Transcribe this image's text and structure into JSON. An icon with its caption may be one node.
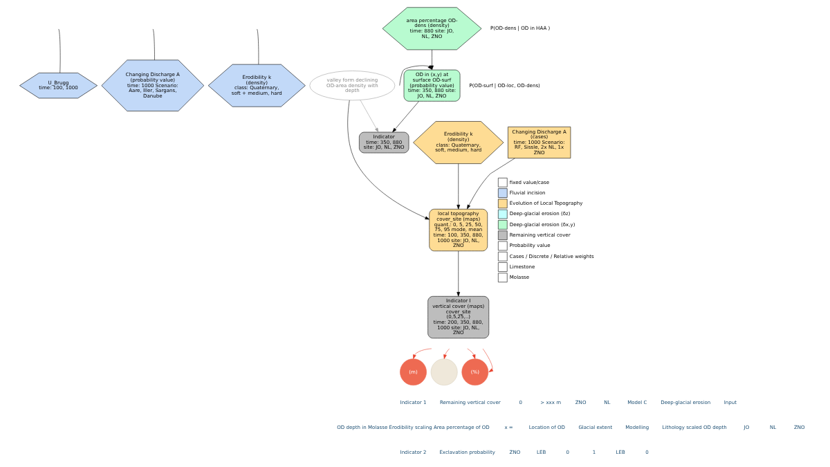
{
  "diagram": {
    "nodes": [
      {
        "text": [
          "U_Brugg",
          "time: 100, 1000"
        ]
      },
      {
        "text": [
          "Changing Discharge A (probability value)",
          "time: 1000 Scenario: Aare, Iller, Sargans, Danube"
        ]
      },
      {
        "text": [
          "Erodibility k (density)",
          "class: Quaternary, soft + medium, hard"
        ]
      },
      {
        "text": [
          "valley form declining OD-area density with depth"
        ]
      },
      {
        "text": [
          "Indicator",
          "time: 350, 880",
          "site: JO, NL, ZNO"
        ]
      },
      {
        "text": [
          "area percentage OD-dens (density)",
          "time: 880 site: JO, NL, ZNO"
        ],
        "beside": [
          "P(OD-dens | OD in HAA )"
        ]
      },
      {
        "text": [
          "local topography cover_site (maps)",
          "quant.: 0, 5, 25, 50, 75, 95 mode, mean",
          "time: 100, 350, 880, 1000 site: JO, NL, ZNO"
        ]
      },
      {
        "text": [
          "OD in (x,y) at surface OD-surf (probability value)",
          "time: 350, 880 site: JO, NL, ZNO"
        ],
        "beside": [
          "P(OD-surf | OD-loc, OD-dens)"
        ]
      },
      {
        "text": [
          "Erodibility k (density)",
          "class: Quaternary, soft, medium, hard"
        ]
      },
      {
        "text": [
          "Changing Discharge A (cases)",
          "time: 1000 Scenario: RF, Sissle, 2x NL, 1x ZNO"
        ]
      },
      {
        "text": [
          "Indicator I",
          "vertical cover (maps) cover_site (0,5,25,..)",
          "time: 200, 350, 880, 1000 site: JO, NL, ZNO"
        ]
      },
      {
        "text": [
          "(m)"
        ]
      },
      {
        "text": [],
        "shape": "circle"
      },
      {
        "text": [
          "(%)"
        ]
      }
    ],
    "edges": [
      {
        "from": 0,
        "to": null,
        "arrow": "none"
      },
      {
        "from": 1,
        "to": null,
        "arrow": "none"
      },
      {
        "from": 2,
        "to": null,
        "arrow": "none"
      },
      {
        "from": 3,
        "to": 6,
        "arrow": "to"
      },
      {
        "from": 3,
        "to": 4,
        "arrow": "to",
        "color": "#9e9e9e"
      },
      {
        "from": 7,
        "to": 4,
        "arrow": "to"
      },
      {
        "from": null,
        "to": 7,
        "arrow": "to"
      },
      {
        "from": 5,
        "to": 7,
        "arrow": "to"
      },
      {
        "from": 8,
        "to": 6,
        "arrow": "to"
      },
      {
        "from": 9,
        "to": 6,
        "arrow": "to"
      },
      {
        "from": 6,
        "to": 10,
        "arrow": "to"
      },
      {
        "from": null,
        "to": 11,
        "arrow": "to",
        "color": "#e8412c"
      },
      {
        "from": null,
        "to": 12,
        "arrow": "to",
        "color": "#e8412c"
      },
      {
        "from": null,
        "to": 13,
        "arrow": "to",
        "color": "#e8412c"
      },
      {
        "from": null,
        "to": 13,
        "arrow": "to",
        "color": "#e8412c"
      }
    ],
    "labels": [
      "Indicator 1",
      "Remaining vertical cover",
      "0",
      "> xxx m",
      "ZNO",
      "NL",
      "Model C",
      "Deep-glacial erosion",
      "Input",
      "OD depth in Molasse Erodibility scaling Area percentage of OD",
      "x =",
      "Location of OD",
      "Glacial extent",
      "Modelling",
      "Lithology scaled OD depth",
      "JO",
      "NL",
      "ZNO",
      "Indicator 2",
      "Exclavation probability",
      "ZNO",
      "LEB",
      "0",
      "1",
      "LEB",
      "0"
    ],
    "legend": [
      {
        "text": "fixed value/case"
      },
      {
        "text": "Fluvial incision",
        "color": "#c2d9f8"
      },
      {
        "text": "Evolution of Local Topography",
        "color": "#fedc94"
      },
      {
        "text": "Deep-glacial erosion (δz)",
        "color": "#c2ffff"
      },
      {
        "text": "Deep-glacial erosion (δx,y)",
        "color": "#b8fbd0"
      },
      {
        "text": "Remaining vertical cover",
        "color": "#bdbdbd"
      },
      {
        "text": "Probability value"
      },
      {
        "text": "Cases / Discrete / Relative weights"
      },
      {
        "text": "Limestone"
      },
      {
        "text": "Molasse"
      }
    ]
  }
}
